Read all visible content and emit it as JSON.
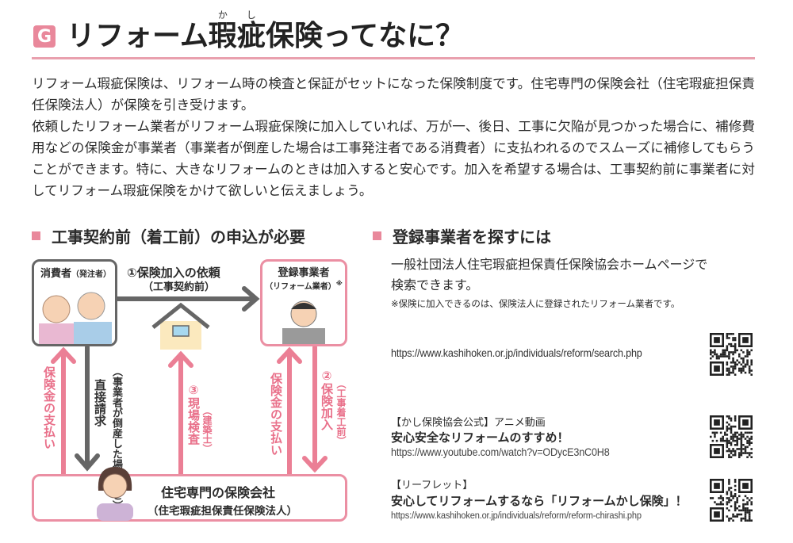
{
  "title": {
    "badge": "G",
    "pre": "リフォーム",
    "ruby_base": "瑕疵",
    "ruby_text": "かし",
    "post": "保険ってなに？"
  },
  "body": {
    "p1": "リフォーム瑕疵保険は、リフォーム時の検査と保証がセットになった保険制度です。住宅専門の保険会社（住宅瑕疵担保責任保険法人）が保険を引き受けます。",
    "p2": "依頼したリフォーム業者がリフォーム瑕疵保険に加入していれば、万が一、後日、工事に欠陥が見つかった場合に、補修費用などの保険金が事業者（事業者が倒産した場合は工事発注者である消費者）に支払われるのでスムーズに補修してもらうことができます。特に、大きなリフォームのときは加入すると安心です。加入を希望する場合は、工事契約前に事業者に対してリフォーム瑕疵保険をかけて欲しいと伝えましょう。"
  },
  "left": {
    "heading": "工事契約前（着工前）の申込が必要",
    "consumer": {
      "label": "消費者",
      "sub": "（発注者）"
    },
    "contractor": {
      "label": "登録事業者",
      "sub": "（リフォーム業者）",
      "mark": "※"
    },
    "step1": {
      "label": "①保険加入の依頼",
      "sub": "（工事契約前）"
    },
    "pay_left": "保険金の支払い",
    "direct": "直接請求",
    "direct_note": "（事業者が倒産した場合など）",
    "step3": "③現場検査",
    "step3_note": "（建築士）",
    "pay_right": "保険金の支払い",
    "step2": "②保険加入",
    "step2_note": "（工事着工前）",
    "insurer": {
      "label": "住宅専門の保険会社",
      "sub": "（住宅瑕疵担保責任保険法人）"
    }
  },
  "right": {
    "heading": "登録事業者を探すには",
    "text1": "一般社団法人住宅瑕疵担保責任保険協会ホームページで",
    "text2": "検索できます。",
    "note": "※保険に加入できるのは、保険法人に登録されたリフォーム業者です。",
    "url1": "https://www.kashihoken.or.jp/individuals/reform/search.php",
    "video_tag": "【かし保険協会公式】アニメ動画",
    "video_title": "安心安全なリフォームのすすめ！",
    "url2": "https://www.youtube.com/watch?v=ODycE3nC0H8",
    "leaflet_tag": "【リーフレット】",
    "leaflet_title": "安心してリフォームするなら「リフォームかし保険」！",
    "url3": "https://www.kashihoken.or.jp/individuals/reform/reform-chirashi.php"
  },
  "colors": {
    "accent": "#e9889b",
    "grey": "#666666"
  }
}
